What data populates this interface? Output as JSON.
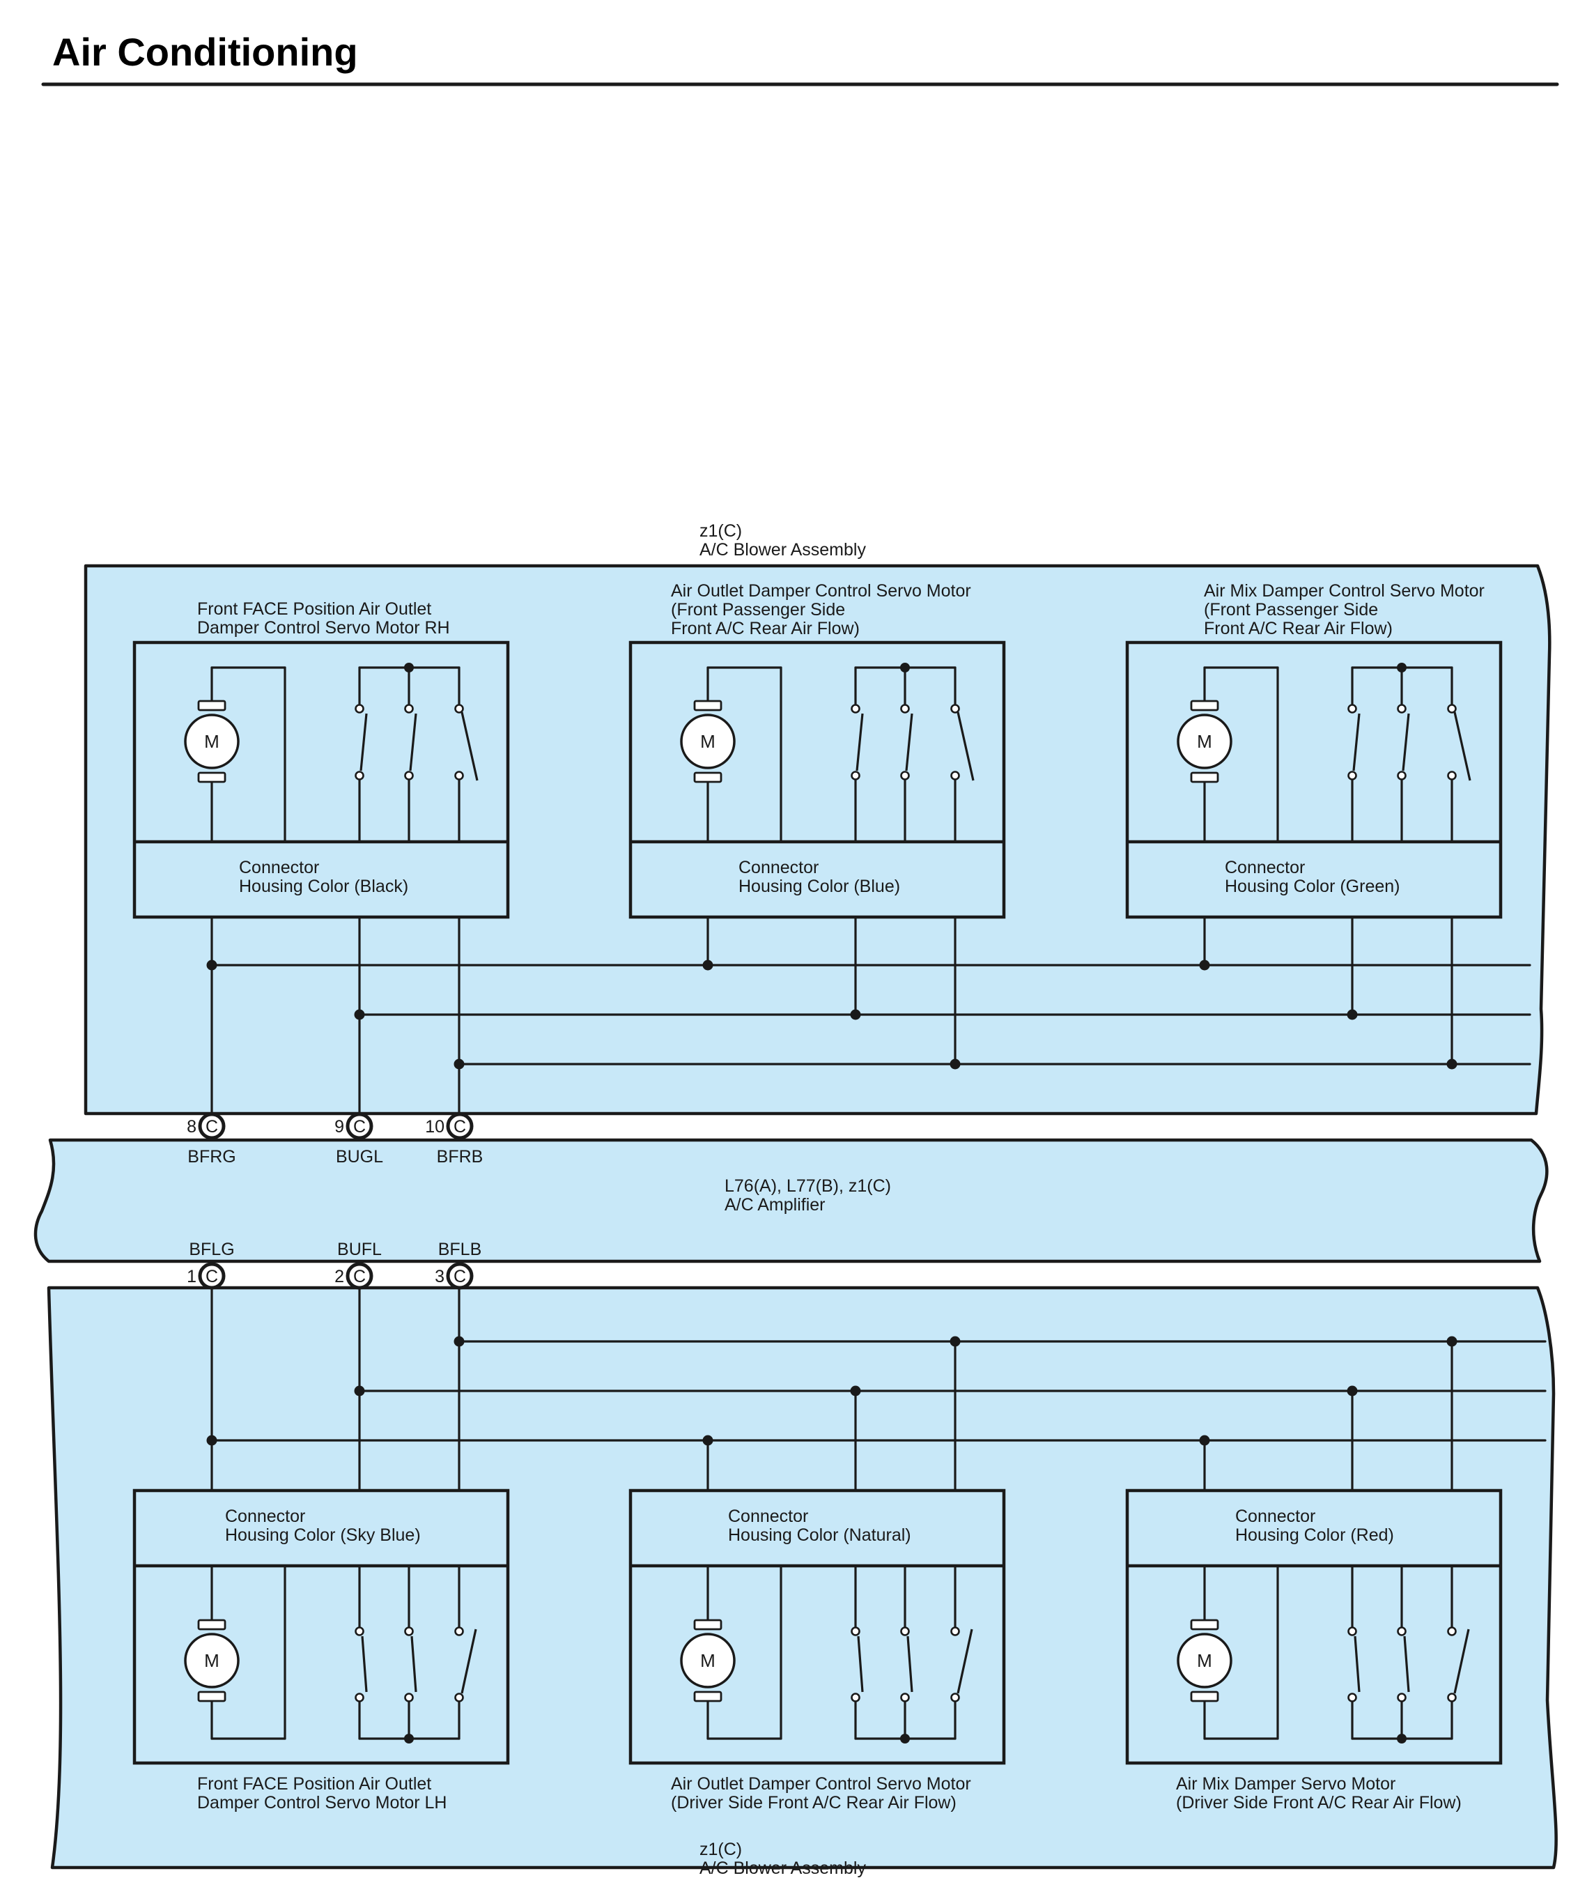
{
  "page": {
    "title": "Air Conditioning"
  },
  "colors": {
    "assembly_fill": "#c8e8f8",
    "ink": "#1a1a1a"
  },
  "upper_assembly": {
    "code": "z1(C)",
    "name": "A/C Blower Assembly"
  },
  "lower_assembly": {
    "code": "z1(C)",
    "name": "A/C Blower Assembly"
  },
  "amplifier": {
    "code": "L76(A), L77(B), z1(C)",
    "name": "A/C Amplifier"
  },
  "connector_label": "Connector",
  "motor_symbol": "M",
  "connector_letter": "C",
  "upper_motors": [
    {
      "title": [
        "Front FACE Position Air Outlet",
        "Damper Control Servo Motor RH"
      ],
      "housing": "Housing Color (Black)"
    },
    {
      "title": [
        "Air Outlet Damper Control Servo Motor",
        "(Front Passenger Side",
        " Front A/C Rear Air Flow)"
      ],
      "housing": "Housing Color (Blue)"
    },
    {
      "title": [
        "Air Mix Damper Control Servo Motor",
        "(Front Passenger Side",
        " Front A/C Rear Air Flow)"
      ],
      "housing": "Housing Color (Green)"
    }
  ],
  "lower_motors": [
    {
      "title": [
        "Front FACE Position Air Outlet",
        "Damper Control Servo Motor LH"
      ],
      "housing": "Housing Color (Sky Blue)"
    },
    {
      "title": [
        "Air Outlet Damper Control Servo Motor",
        "(Driver Side Front A/C Rear Air Flow)"
      ],
      "housing": "Housing Color (Natural)"
    },
    {
      "title": [
        "Air Mix Damper Servo Motor",
        "(Driver Side Front A/C Rear Air Flow)"
      ],
      "housing": "Housing Color (Red)"
    }
  ],
  "upper_pins": [
    {
      "number": "8",
      "signal": "BFRG"
    },
    {
      "number": "9",
      "signal": "BUGL"
    },
    {
      "number": "10",
      "signal": "BFRB"
    }
  ],
  "lower_pins": [
    {
      "number": "1",
      "signal": "BFLG"
    },
    {
      "number": "2",
      "signal": "BUFL"
    },
    {
      "number": "3",
      "signal": "BFLB"
    }
  ]
}
